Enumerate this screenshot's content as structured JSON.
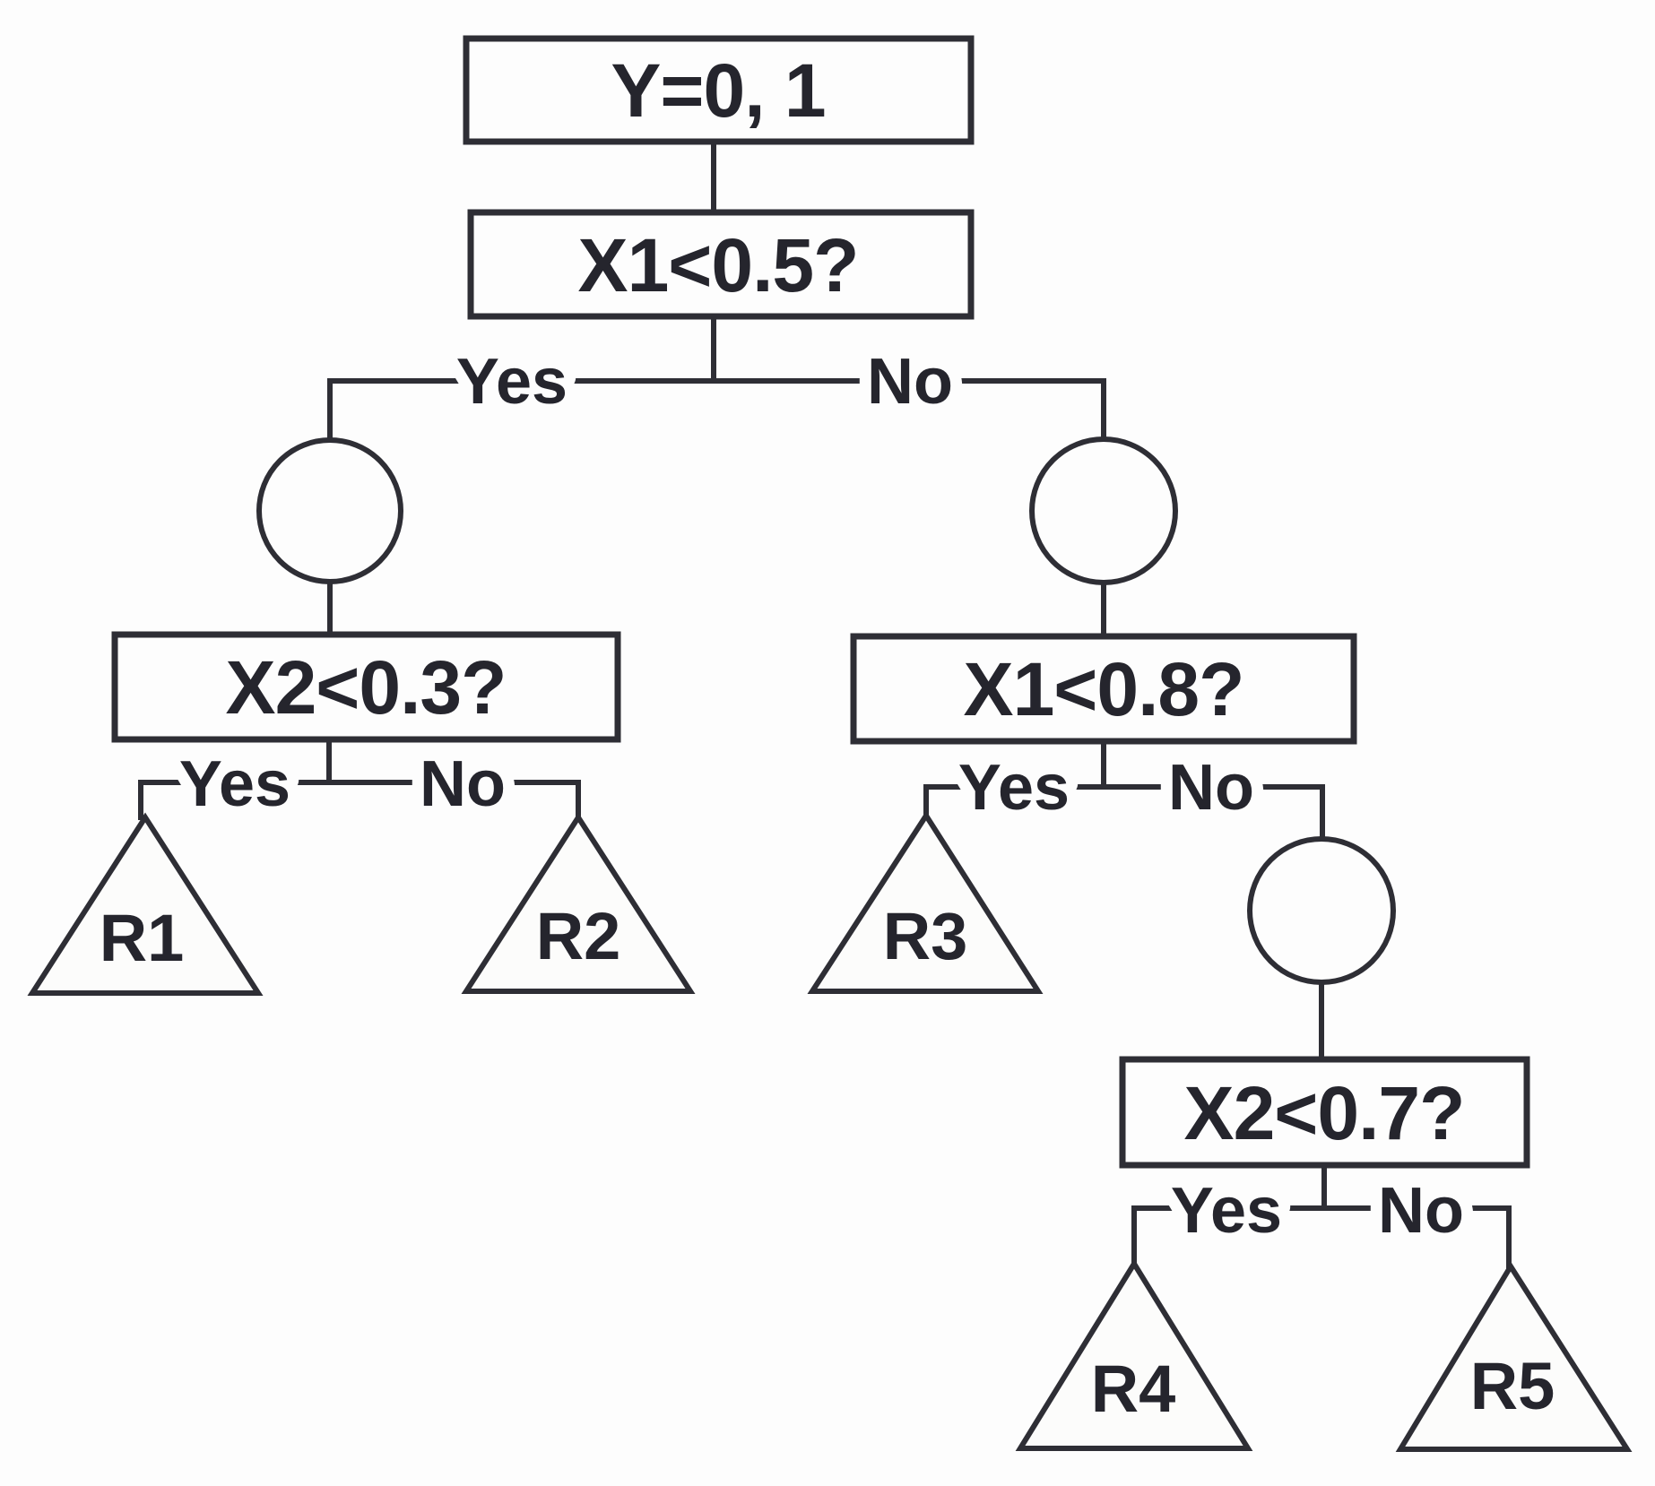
{
  "page": {
    "background_color": "#fdfdfd",
    "stroke_color": "#2e2e35",
    "text_color": "#25252d"
  },
  "diagram": {
    "type": "decision-tree",
    "root": {
      "label": "Y=0, 1"
    },
    "decisions": {
      "d1": {
        "label": "X1<0.5?"
      },
      "d2": {
        "label": "X2<0.3?"
      },
      "d3": {
        "label": "X1<0.8?"
      },
      "d4": {
        "label": "X2<0.7?"
      }
    },
    "branches": {
      "b1": {
        "yes": "Yes",
        "no": "No"
      },
      "b2": {
        "yes": "Yes",
        "no": "No"
      },
      "b3": {
        "yes": "Yes",
        "no": "No"
      },
      "b4": {
        "yes": "Yes",
        "no": "No"
      }
    },
    "leaves": {
      "r1": {
        "label": "R1"
      },
      "r2": {
        "label": "R2"
      },
      "r3": {
        "label": "R3"
      },
      "r4": {
        "label": "R4"
      },
      "r5": {
        "label": "R5"
      }
    }
  }
}
